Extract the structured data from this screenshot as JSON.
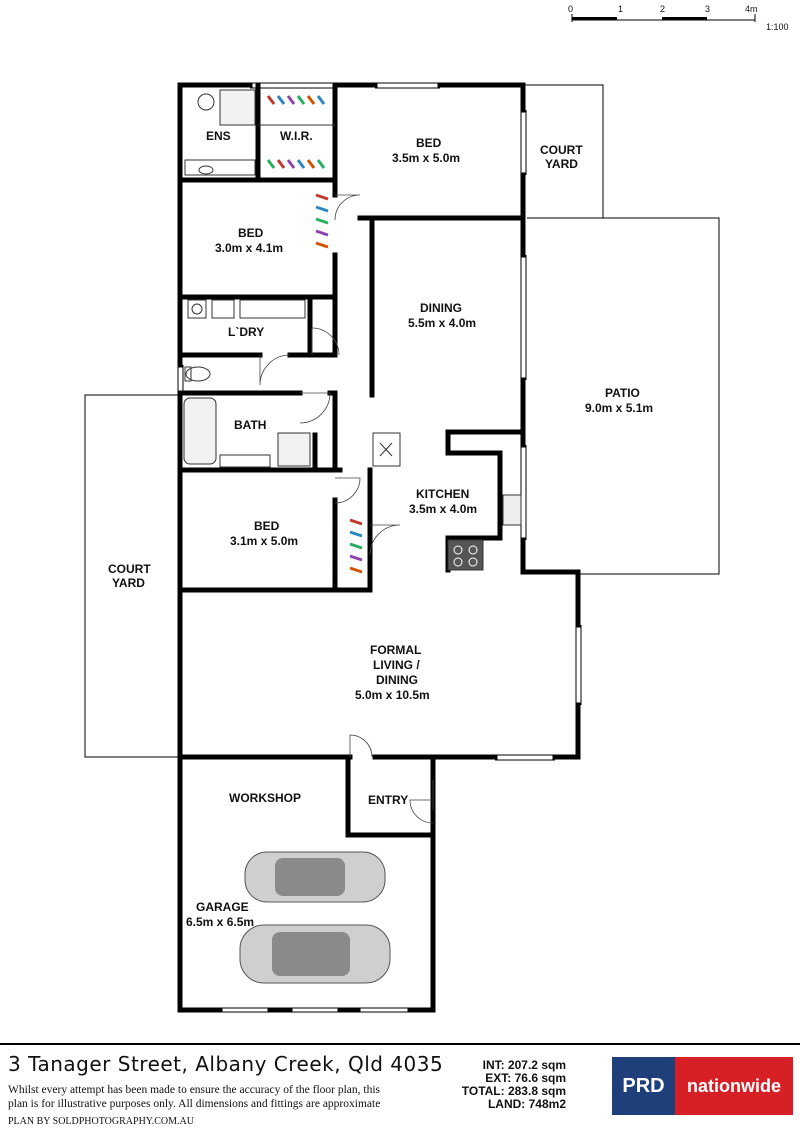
{
  "scale_bar": {
    "ticks": [
      "0",
      "1",
      "2",
      "3",
      "4m"
    ],
    "ratio": "1:100"
  },
  "rooms": {
    "ens": "ENS",
    "wir": "W.I.R.",
    "bed_master": {
      "name": "BED",
      "size": "3.5m x 5.0m"
    },
    "court_yard_top": {
      "line1": "COURT",
      "line2": "YARD"
    },
    "bed_2": {
      "name": "BED",
      "size": "3.0m x 4.1m"
    },
    "dining": {
      "name": "DINING",
      "size": "5.5m x 4.0m"
    },
    "laundry": "L`DRY",
    "patio": {
      "name": "PATIO",
      "size": "9.0m x 5.1m"
    },
    "bath": "BATH",
    "kitchen": {
      "name": "KITCHEN",
      "size": "3.5m x 4.0m"
    },
    "bed_3": {
      "name": "BED",
      "size": "3.1m x 5.0m"
    },
    "court_yard_left": {
      "line1": "COURT",
      "line2": "YARD"
    },
    "formal": {
      "line1": "FORMAL",
      "line2": "LIVING /",
      "line3": "DINING",
      "size": "5.0m x 10.5m"
    },
    "workshop": "WORKSHOP",
    "entry": "ENTRY",
    "garage": {
      "name": "GARAGE",
      "size": "6.5m x 6.5m"
    }
  },
  "footer": {
    "address": "3 Tanager Street, Albany Creek, Qld 4035",
    "disclaimer_line1": "Whilst every attempt has been made to ensure the accuracy of the floor plan, this",
    "disclaimer_line2": "plan is for illustrative purposes only. All dimensions and fittings are approximate",
    "credit": "PLAN BY SOLDPHOTOGRAPHY.COM.AU",
    "areas": {
      "int": "INT: 207.2 sqm",
      "ext": "EXT: 76.6 sqm",
      "total": "TOTAL: 283.8 sqm",
      "land": "LAND: 748m2"
    },
    "logo": {
      "left": "PRD",
      "right": "nationwide",
      "left_color": "#1f3f7a",
      "right_color": "#d71f26"
    }
  }
}
